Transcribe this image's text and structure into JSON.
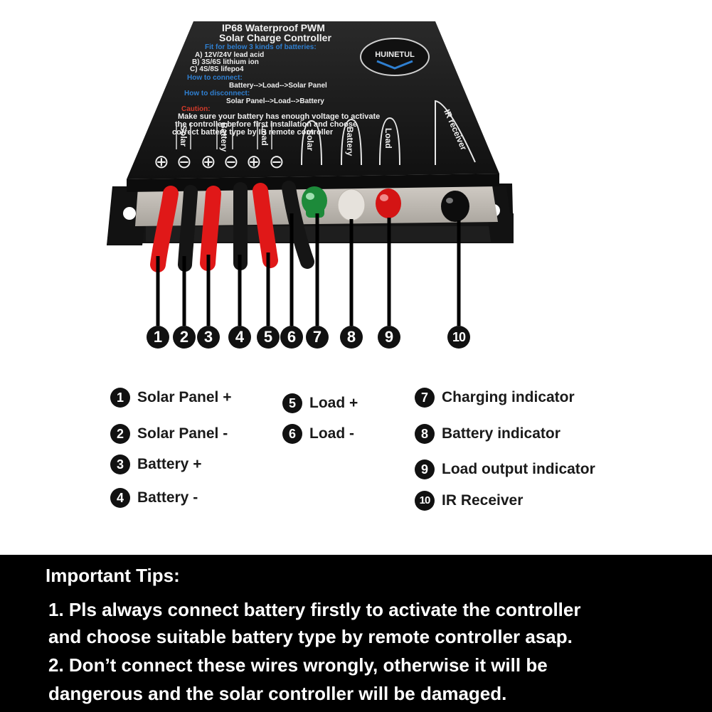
{
  "device": {
    "header_line1": "IP68 Waterproof PWM",
    "header_line2": "Solar Charge Controller",
    "fit_title": "Fit for below 3 kinds of batteries:",
    "fit_a": "A) 12V/24V lead acid",
    "fit_b": "B) 3S/6S lithium ion",
    "fit_c": "C) 4S/8S lifepo4",
    "connect_title": "How to connect:",
    "connect_text": "Battery-->Load-->Solar Panel",
    "disconnect_title": "How to disconnect:",
    "disconnect_text": "Solar Panel-->Load-->Battery",
    "caution_title": "Caution:",
    "caution_l1": "Make sure your battery has enough voltage to activate",
    "caution_l2": "the controller before first installation and choose",
    "caution_l3": "correct battery type by IR remote controller",
    "brand": "HUINETUL",
    "term_solar": "Solar",
    "term_battery": "Battery",
    "term_load": "Load",
    "led_solar": "Solar",
    "led_battery": "Battery",
    "led_load": "Load",
    "ir_label": "IR receiver",
    "plus": "⊕",
    "minus": "⊖"
  },
  "numbers": [
    "1",
    "2",
    "3",
    "4",
    "5",
    "6",
    "7",
    "8",
    "9",
    "10"
  ],
  "legend": [
    {
      "num": "1",
      "label": "Solar Panel +"
    },
    {
      "num": "2",
      "label": "Solar Panel -"
    },
    {
      "num": "3",
      "label": "Battery +"
    },
    {
      "num": "4",
      "label": "Battery -"
    },
    {
      "num": "5",
      "label": "Load +"
    },
    {
      "num": "6",
      "label": "Load -"
    },
    {
      "num": "7",
      "label": "Charging indicator"
    },
    {
      "num": "8",
      "label": "Battery indicator"
    },
    {
      "num": "9",
      "label": "Load output indicator"
    },
    {
      "num": "10",
      "label": "IR Receiver"
    }
  ],
  "tips": {
    "title": "Important Tips:",
    "line1": "1. Pls always connect battery firstly to activate the controller",
    "line2": "and choose suitable battery type by remote controller asap.",
    "line3": "2. Don’t connect these wires wrongly, otherwise it will be",
    "line4": "dangerous and the solar controller will be damaged."
  },
  "colors": {
    "case": "#1c1c1c",
    "print_blue": "#2f7fd0",
    "print_red": "#d23a2a",
    "wire_red": "#e01818",
    "wire_black": "#151515",
    "led_green": "#1d8a3a",
    "led_white": "#e6e2dc",
    "led_red": "#d41414"
  }
}
